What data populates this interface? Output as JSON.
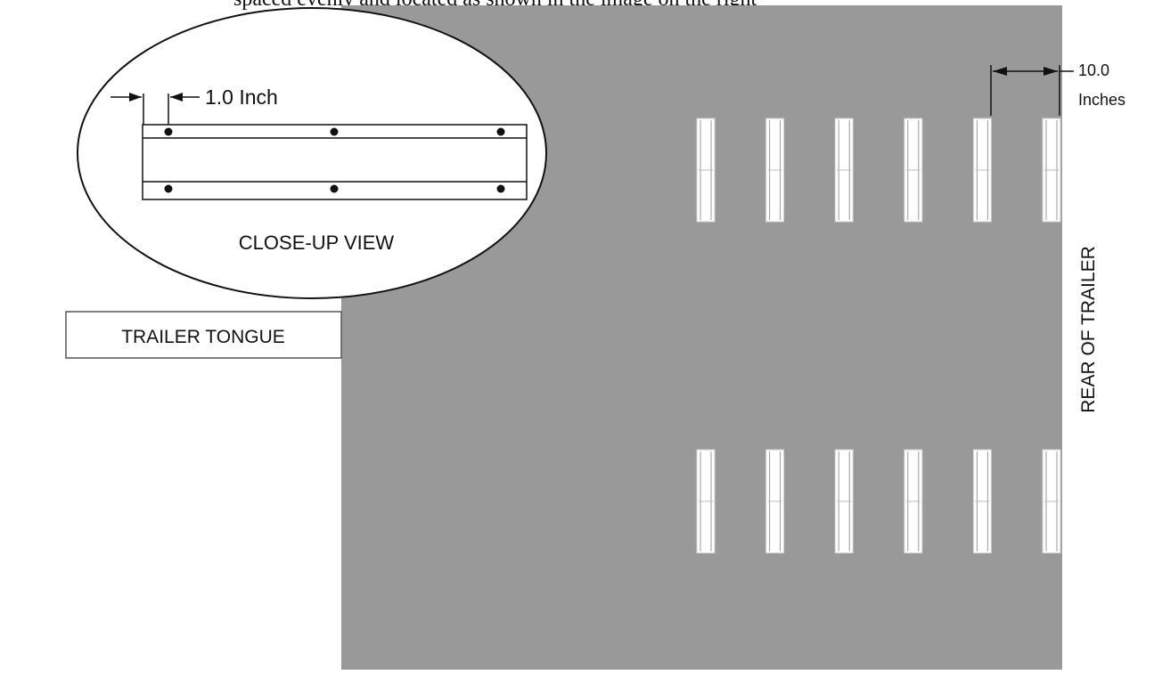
{
  "header_text": "spaced evenly and located as shown in the image on the right",
  "closeup": {
    "title": "CLOSE-UP VIEW",
    "spacing_label": "1.0 Inch"
  },
  "tongue_label": "TRAILER TONGUE",
  "rear_label": "REAR OF TRAILER",
  "dimension": {
    "value": "10.0",
    "unit": "Inches"
  },
  "layout": {
    "rows_of_strips": 2,
    "strips_per_row": 6
  },
  "colors": {
    "trailer_bed": "#999999",
    "strip": "#ffffff",
    "line": "#111111"
  }
}
